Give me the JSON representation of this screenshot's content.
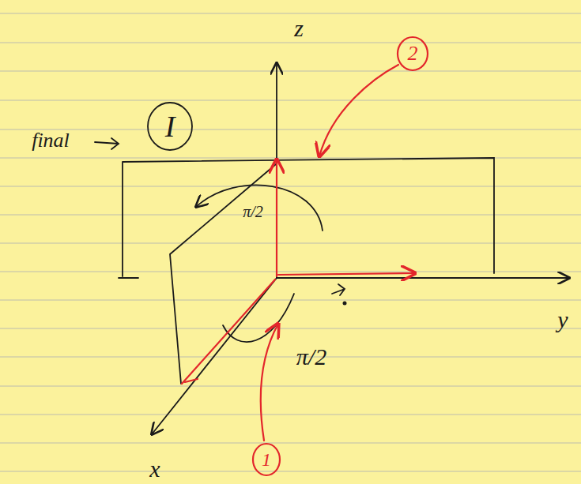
{
  "diagram": {
    "labels": [
      "I",
      "z",
      "π/2",
      "2",
      "final",
      "y",
      "π/2",
      "1",
      "x"
    ]
  }
}
